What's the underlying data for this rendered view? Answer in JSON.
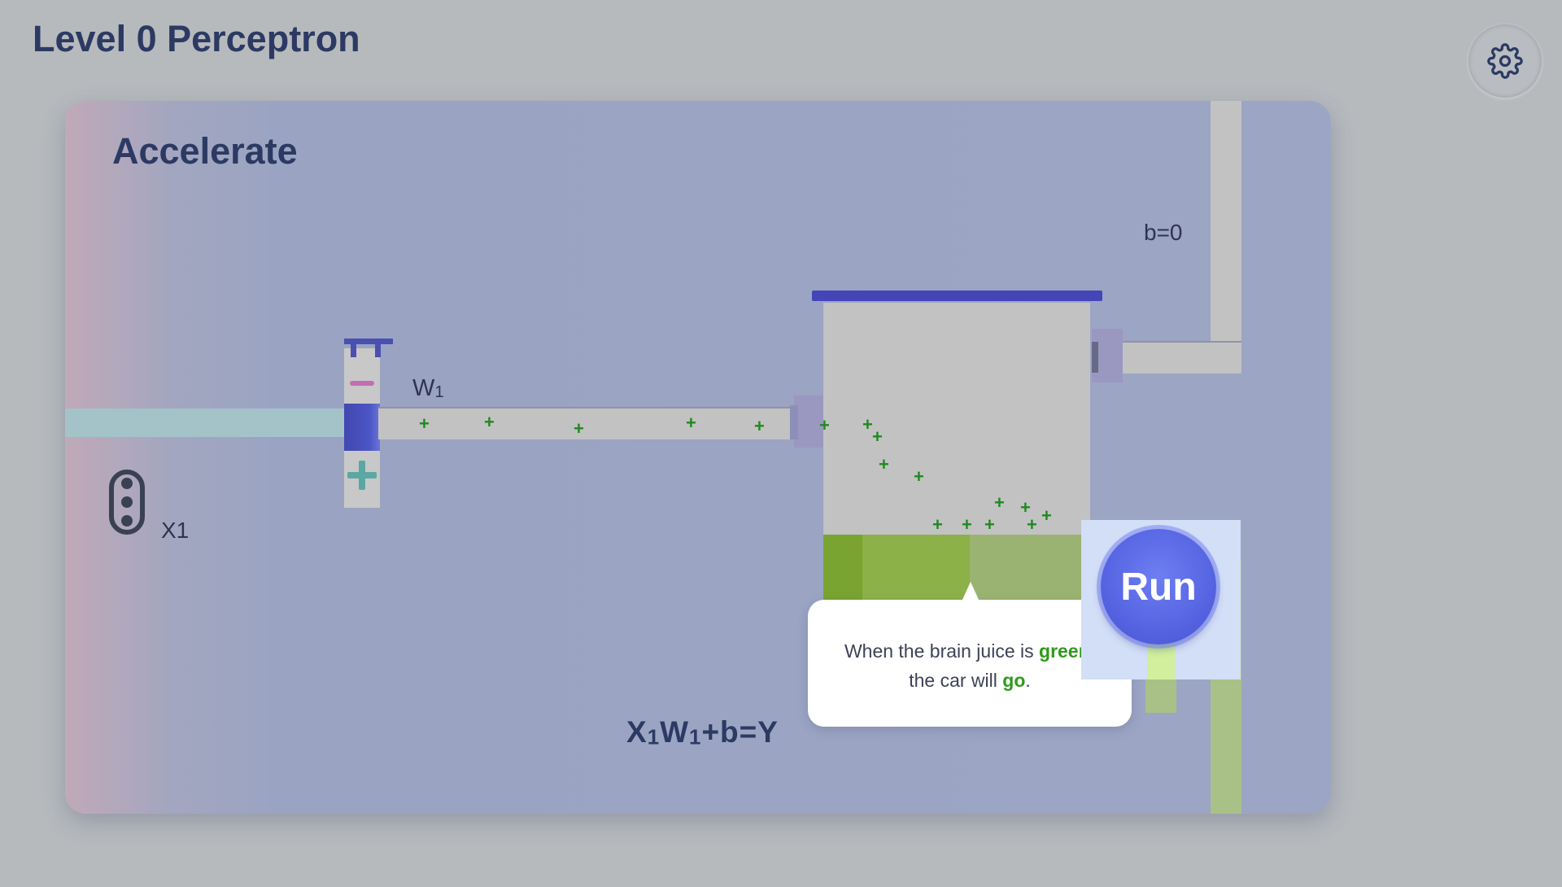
{
  "header": {
    "title": "Level 0 Perceptron",
    "settings_icon": "gear-icon"
  },
  "level": {
    "title": "Accelerate",
    "input_label": "X1",
    "input_icon": "traffic-light-icon",
    "weight_label": "W",
    "weight_label_sub": "1",
    "bias_label": "b=0",
    "equation": {
      "x": "X",
      "x_sub": "1",
      "w": "W",
      "w_sub": "1",
      "rest": "+b=Y"
    }
  },
  "tooltip": {
    "part1": "When the brain juice is ",
    "green_word": "green",
    "part2": ",",
    "part3": "the car will ",
    "go_word": "go",
    "part4": "."
  },
  "run_button": {
    "label": "Run"
  },
  "colors": {
    "accent": "#5462e0",
    "highlight_green": "#2f9a1c",
    "liquid_green": "#9bb372",
    "droplet": "#1f8a1f"
  }
}
